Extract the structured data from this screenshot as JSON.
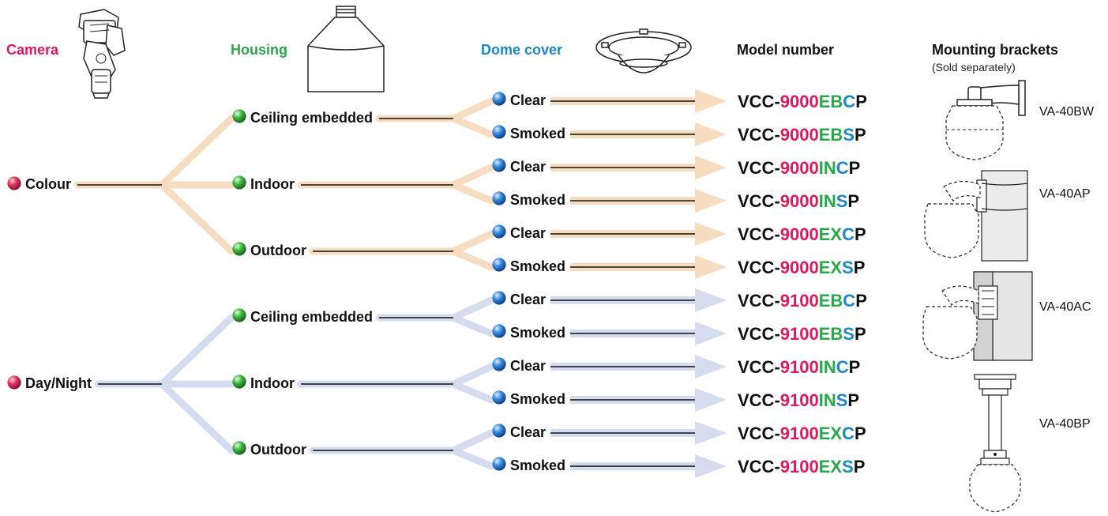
{
  "headers": {
    "camera": "Camera",
    "housing": "Housing",
    "dome_cover": "Dome cover",
    "model_number": "Model number",
    "mounting_brackets": "Mounting brackets",
    "sold_separately": "(Sold separately)"
  },
  "colors": {
    "camera_header": "#e0185e",
    "housing_header": "#2aa74a",
    "dome_header": "#1d86c4",
    "model_series": "#e0185e",
    "model_housing": "#2aa74a",
    "model_cover_code": "#1d86c4",
    "colour_branch": "#f6dcc0",
    "daynight_branch": "#d4dced"
  },
  "cameras": [
    {
      "label": "Colour",
      "housings": [
        {
          "label": "Ceiling embedded",
          "covers": [
            {
              "label": "Clear",
              "model": {
                "prefix": "VCC-",
                "series": "9000",
                "housing": "EB",
                "cover": "C",
                "suffix": "P"
              }
            },
            {
              "label": "Smoked",
              "model": {
                "prefix": "VCC-",
                "series": "9000",
                "housing": "EB",
                "cover": "S",
                "suffix": "P"
              }
            }
          ]
        },
        {
          "label": "Indoor",
          "covers": [
            {
              "label": "Clear",
              "model": {
                "prefix": "VCC-",
                "series": "9000",
                "housing": "IN",
                "cover": "C",
                "suffix": "P"
              }
            },
            {
              "label": "Smoked",
              "model": {
                "prefix": "VCC-",
                "series": "9000",
                "housing": "IN",
                "cover": "S",
                "suffix": "P"
              }
            }
          ]
        },
        {
          "label": "Outdoor",
          "covers": [
            {
              "label": "Clear",
              "model": {
                "prefix": "VCC-",
                "series": "9000",
                "housing": "EX",
                "cover": "C",
                "suffix": "P"
              }
            },
            {
              "label": "Smoked",
              "model": {
                "prefix": "VCC-",
                "series": "9000",
                "housing": "EX",
                "cover": "S",
                "suffix": "P"
              }
            }
          ]
        }
      ]
    },
    {
      "label": "Day/Night",
      "housings": [
        {
          "label": "Ceiling embedded",
          "covers": [
            {
              "label": "Clear",
              "model": {
                "prefix": "VCC-",
                "series": "9100",
                "housing": "EB",
                "cover": "C",
                "suffix": "P"
              }
            },
            {
              "label": "Smoked",
              "model": {
                "prefix": "VCC-",
                "series": "9100",
                "housing": "EB",
                "cover": "S",
                "suffix": "P"
              }
            }
          ]
        },
        {
          "label": "Indoor",
          "covers": [
            {
              "label": "Clear",
              "model": {
                "prefix": "VCC-",
                "series": "9100",
                "housing": "IN",
                "cover": "C",
                "suffix": "P"
              }
            },
            {
              "label": "Smoked",
              "model": {
                "prefix": "VCC-",
                "series": "9100",
                "housing": "IN",
                "cover": "S",
                "suffix": "P"
              }
            }
          ]
        },
        {
          "label": "Outdoor",
          "covers": [
            {
              "label": "Clear",
              "model": {
                "prefix": "VCC-",
                "series": "9100",
                "housing": "EX",
                "cover": "C",
                "suffix": "P"
              }
            },
            {
              "label": "Smoked",
              "model": {
                "prefix": "VCC-",
                "series": "9100",
                "housing": "EX",
                "cover": "S",
                "suffix": "P"
              }
            }
          ]
        }
      ]
    }
  ],
  "brackets": [
    {
      "name": "VA-40BW",
      "illustration": "wall-bracket-icon"
    },
    {
      "name": "VA-40AP",
      "illustration": "pole-bracket-icon"
    },
    {
      "name": "VA-40AC",
      "illustration": "corner-bracket-icon"
    },
    {
      "name": "VA-40BP",
      "illustration": "pendant-pipe-bracket-icon"
    }
  ]
}
